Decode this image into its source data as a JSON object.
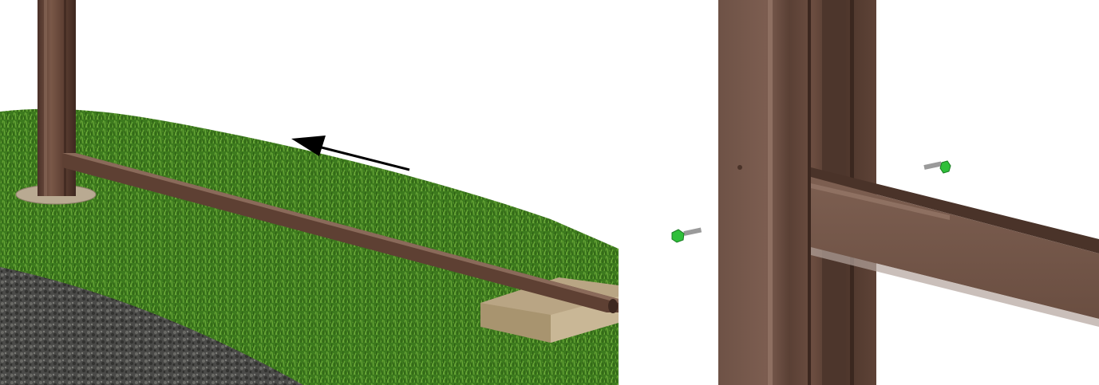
{
  "figure": {
    "panels": [
      {
        "id": "overview",
        "depicts": [
          "ground-grass",
          "gravel-bed",
          "vertical-post",
          "post-base-plate",
          "horizontal-rail",
          "timber-support-block",
          "direction-arrow"
        ]
      },
      {
        "id": "detail",
        "depicts": [
          "vertical-post-closeup",
          "horizontal-rail-closeup",
          "self-drilling-screw",
          "self-drilling-screw"
        ]
      }
    ],
    "colors": {
      "post_brown": "#6b4a3c",
      "grass_green": "#3f7f1f",
      "gravel_grey": "#4a4a48",
      "timber_tan": "#b9a584",
      "screw_head_green": "#2fbf3a",
      "screw_shank_grey": "#9a9a9a",
      "arrow_black": "#000000"
    },
    "icons": [
      "arrow-left-icon",
      "screw-icon"
    ]
  }
}
